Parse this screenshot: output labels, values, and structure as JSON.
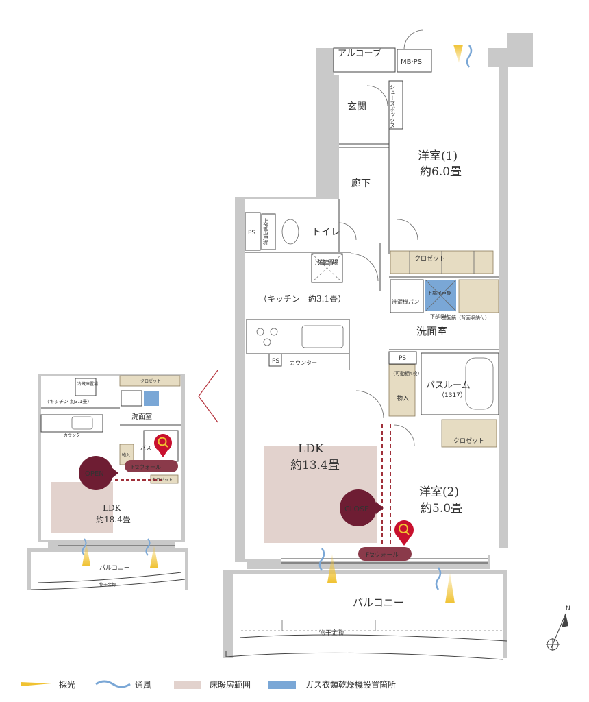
{
  "main_plan": {
    "rooms": {
      "alcove": "アルコーブ",
      "mbps": "MB·PS",
      "entrance": "玄関",
      "shoe_box": "シューズボックス",
      "hallway": "廊下",
      "western1_name": "洋室(1)",
      "western1_size": "約6.0畳",
      "ps1": "PS",
      "upper_shelf": "上部吊戸棚",
      "toilet": "トイレ",
      "fridge": "冷蔵庫置場",
      "kitchen": "（キッチン　約3.1畳）",
      "closet1": "クロゼット",
      "washer_pan": "洗濯機パン",
      "gas_upper": "上部吊戸棚",
      "lower_storage": "下部収納",
      "mirror": "三面鏡（背面収納付）",
      "washroom": "洗面室",
      "ps2": "PS",
      "counter": "カウンター",
      "ps3": "PS",
      "movable_shelf": "（可動棚4枚）",
      "storage": "物入",
      "bathroom": "バスルーム",
      "bath_size": "（1317）",
      "closet2": "クロゼット",
      "ldk_name": "LDK",
      "ldk_size": "約13.4畳",
      "western2_name": "洋室(2)",
      "western2_size": "約5.0畳",
      "close_badge": "CLOSE",
      "fz_wall": "F'zウォール",
      "balcony": "バルコニー",
      "clothes_hanger": "物干金物"
    }
  },
  "inset_plan": {
    "rooms": {
      "fridge": "冷蔵庫置場",
      "closet": "クロゼット",
      "kitchen": "（キッチン 約3.1畳）",
      "washroom": "洗面室",
      "counter": "カウンター",
      "storage": "物入",
      "bath": "バス",
      "ldk_name": "LDK",
      "ldk_size": "約18.4畳",
      "open_badge": "OPEN",
      "fz_wall": "F'zウォール",
      "closet2": "クロゼット",
      "balcony": "バルコニー",
      "clothes_hanger": "物干金物"
    }
  },
  "compass": {
    "north": "N"
  },
  "legend": {
    "light": "採光",
    "wind": "通風",
    "floor_heating": "床暖房範囲",
    "gas_dryer": "ガス衣類乾燥機設置箇所"
  },
  "colors": {
    "badge": "#6e1d33",
    "floor_heating": "#e2d2cd",
    "gas_dryer": "#7aa7d6",
    "light": "#f0c232",
    "wind": "#7aa7d6",
    "fz_dash": "#a0303a"
  }
}
